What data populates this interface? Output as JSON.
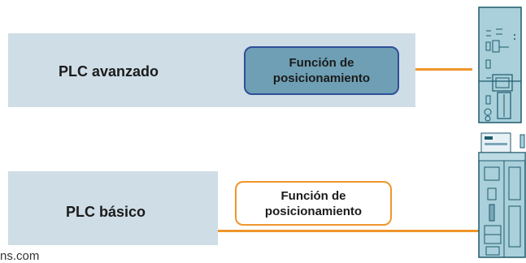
{
  "advanced": {
    "plc_label": "PLC avanzado",
    "function_line1": "Función de",
    "function_line2": "posicionamiento"
  },
  "basic": {
    "plc_label": "PLC básico",
    "function_line1": "Función de",
    "function_line2": "posicionamiento"
  },
  "watermark": "ns.com",
  "colors": {
    "panel": "#cfdde6",
    "advanced_box_fill": "#6e9fb4",
    "advanced_box_border": "#2e4f99",
    "basic_box_border": "#f0962c",
    "connector": "#f0962c",
    "device_fill": "#a9d0db",
    "device_stroke": "#1f5a6b"
  },
  "icons": {
    "advanced_device": "positioning-module-icon",
    "basic_device": "drive-unit-icon"
  }
}
